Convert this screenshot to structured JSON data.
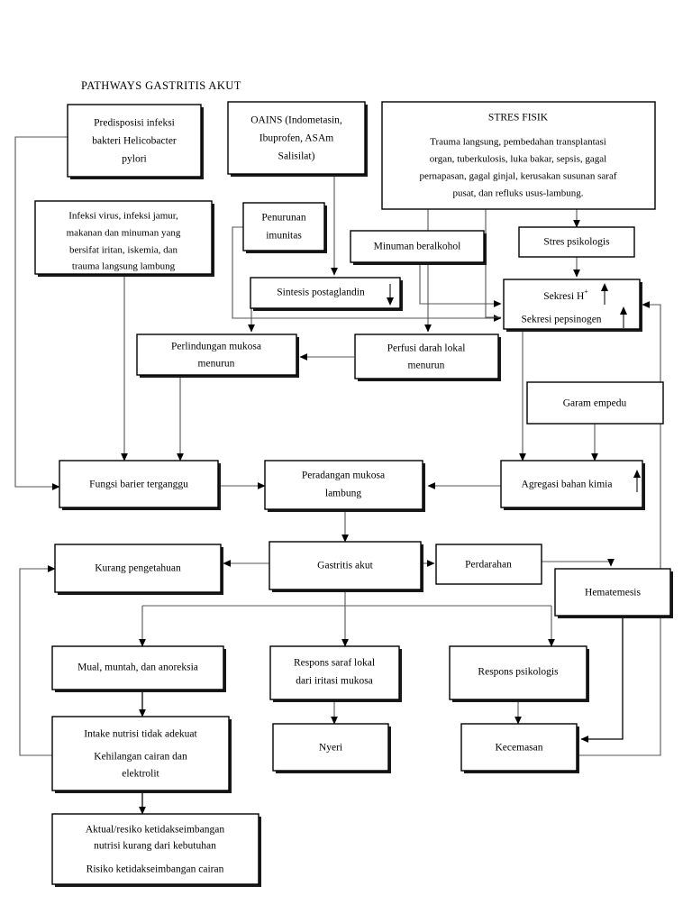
{
  "document": {
    "title": "PATHWAYS GASTRITIS AKUT",
    "language": "Indonesian",
    "type": "clinical-pathway-flowchart"
  },
  "nodes": {
    "predisposisi": {
      "lines": [
        "Predisposisi infeksi",
        "bakteri Helicobacter",
        "pylori"
      ]
    },
    "oains": {
      "lines": [
        "OAINS (Indometasin,",
        "Ibuprofen, ASAm",
        "Salisilat)"
      ]
    },
    "stres_fisik": {
      "heading": "STRES FISIK",
      "lines": [
        "Trauma langsung, pembedahan transplantasi",
        "organ, tuberkulosis, luka bakar, sepsis, gagal",
        "pernapasan, gagal ginjal, kerusakan susunan saraf",
        "pusat, dan refluks usus-lambung."
      ]
    },
    "infeksi_virus": {
      "lines": [
        "Infeksi virus, infeksi jamur,",
        "makanan dan minuman yang",
        "bersifat iritan, iskemia, dan",
        "trauma langsung lambung"
      ]
    },
    "penurunan_imunitas": {
      "lines": [
        "Penurunan",
        "imunitas"
      ]
    },
    "minuman_beralkohol": {
      "lines": [
        "Minuman beralkohol"
      ]
    },
    "stres_psikologis": {
      "lines": [
        "Stres psikologis"
      ]
    },
    "sintesis_postaglandin": {
      "lines": [
        "Sintesis postaglandin"
      ],
      "trend": "down"
    },
    "sekresi": {
      "line1": "Sekresi H",
      "line1_sup": "+",
      "line2": "Sekresi pepsinogen",
      "trend1": "up",
      "trend2": "up"
    },
    "perlindungan_mukosa": {
      "lines": [
        "Perlindungan mukosa",
        "menurun"
      ]
    },
    "perfusi_darah": {
      "lines": [
        "Perfusi darah lokal",
        "menurun"
      ]
    },
    "garam_empedu": {
      "lines": [
        "Garam empedu"
      ]
    },
    "fungsi_barier": {
      "lines": [
        "Fungsi barier terganggu"
      ]
    },
    "peradangan_mukosa": {
      "lines": [
        "Peradangan mukosa",
        "lambung"
      ]
    },
    "agregasi_bahan_kimia": {
      "lines": [
        "Agregasi bahan kimia"
      ],
      "trend": "up"
    },
    "kurang_pengetahuan": {
      "lines": [
        "Kurang pengetahuan"
      ]
    },
    "gastritis_akut": {
      "lines": [
        "Gastritis akut"
      ]
    },
    "perdarahan": {
      "lines": [
        "Perdarahan"
      ]
    },
    "hematemesis": {
      "lines": [
        "Hematemesis"
      ]
    },
    "mual_muntah": {
      "lines": [
        "Mual, muntah, dan anoreksia"
      ]
    },
    "respons_saraf_lokal": {
      "lines": [
        "Respons saraf lokal",
        "dari iritasi mukosa"
      ]
    },
    "respons_psikologis": {
      "lines": [
        "Respons psikologis"
      ]
    },
    "intake_nutrisi": {
      "lines": [
        "Intake nutrisi tidak adekuat",
        "",
        "Kehilangan cairan dan",
        "elektrolit"
      ]
    },
    "nyeri": {
      "lines": [
        "Nyeri"
      ]
    },
    "kecemasan": {
      "lines": [
        "Kecemasan"
      ]
    },
    "aktual_resiko": {
      "lines": [
        "Aktual/resiko ketidakseimbangan",
        "nutrisi kurang dari kebutuhan",
        "",
        "Risiko ketidakseimbangan cairan"
      ]
    }
  },
  "colors": {
    "background": "#ffffff",
    "box_stroke": "#000000",
    "box_fill": "#ffffff",
    "connector": "#555555",
    "text": "#000000"
  }
}
